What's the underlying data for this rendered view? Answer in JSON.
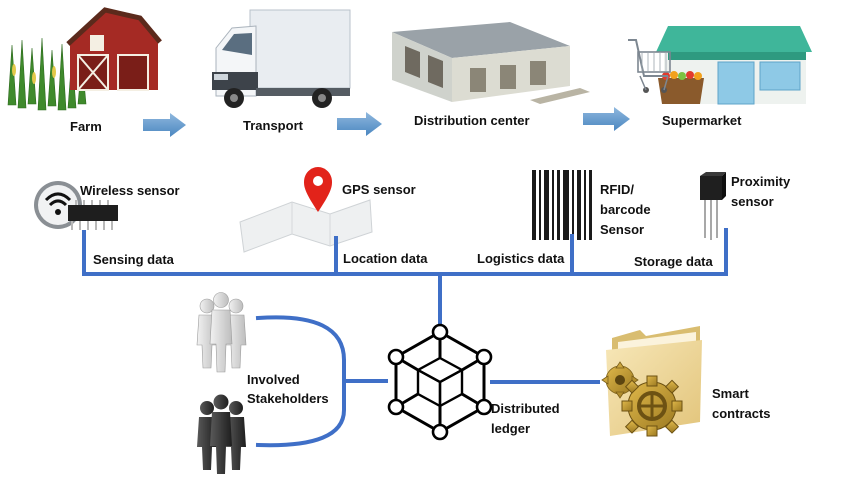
{
  "stages": [
    {
      "label": "Farm"
    },
    {
      "label": "Transport"
    },
    {
      "label": "Distribution center"
    },
    {
      "label": "Supermarket"
    }
  ],
  "sensors": {
    "wireless": {
      "label": "Wireless sensor"
    },
    "gps": {
      "label": "GPS sensor"
    },
    "rfid": {
      "label_lines": [
        "RFID/",
        "barcode",
        "Sensor"
      ]
    },
    "proximity": {
      "label_lines": [
        "Proximity",
        "sensor"
      ]
    }
  },
  "data_flows": {
    "sensing": "Sensing data",
    "location": "Location data",
    "logistics": "Logistics data",
    "storage": "Storage data"
  },
  "stakeholders": {
    "label_lines": [
      "Involved",
      "Stakeholders"
    ]
  },
  "ledger": {
    "label_lines": [
      "Distributed",
      "ledger"
    ]
  },
  "contracts": {
    "label_lines": [
      "Smart",
      "contracts"
    ]
  },
  "colors": {
    "connector": "#3f6fc7",
    "arrow": "#5b93c9",
    "text": "#111111"
  }
}
